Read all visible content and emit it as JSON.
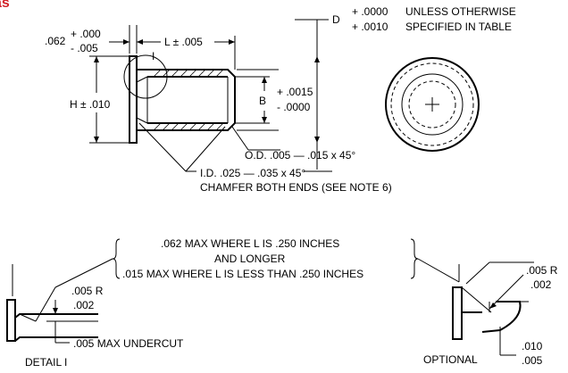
{
  "corner_mark": "as",
  "tolerance_note": {
    "symbol": "D",
    "plus_line_1": "+ .0000",
    "plus_line_2": "+ .0010",
    "text_line_1": "UNLESS OTHERWISE",
    "text_line_2": "SPECIFIED IN TABLE"
  },
  "flange_thickness": {
    "nominal": ".062",
    "upper": "+ .000",
    "lower": "- .005"
  },
  "length_dim": "L ± .005",
  "detail_callout_letter": "I",
  "height_dim": "H ± .010",
  "bore_dim": {
    "symbol": "B",
    "upper": "+ .0015",
    "lower": "- .0000"
  },
  "od_chamfer_note": "O.D. .005 — .015 x 45°",
  "id_chamfer_note": {
    "line_1": "I.D. .025 — .035 x 45°",
    "line_2": "CHAMFER BOTH ENDS (SEE NOTE 6)"
  },
  "max_radius_note": {
    "line_1": ".062 MAX WHERE L IS .250 INCHES",
    "line_2": "AND LONGER",
    "line_3": ".015 MAX WHERE L IS LESS THAN .250 INCHES"
  },
  "detail_view": {
    "radius_upper": ".005 R",
    "radius_lower": ".002",
    "undercut_note": ".005 MAX UNDERCUT",
    "caption": "DETAIL I"
  },
  "optional_view": {
    "radius_upper": ".005 R",
    "radius_lower": ".002",
    "dim_upper": ".010",
    "dim_lower": ".005",
    "caption": "OPTIONAL"
  }
}
